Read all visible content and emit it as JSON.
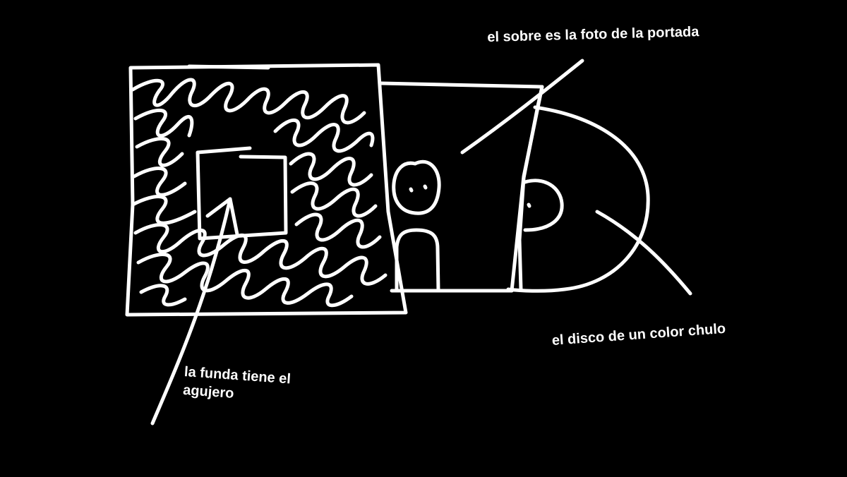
{
  "theme": {
    "background": "#000000",
    "ink": "#ffffff"
  },
  "labels": {
    "sobre": "el sobre es la foto de la portada",
    "disco": "el disco de un color chulo",
    "funda_line1": "la funda tiene el",
    "funda_line2": "agujero"
  }
}
